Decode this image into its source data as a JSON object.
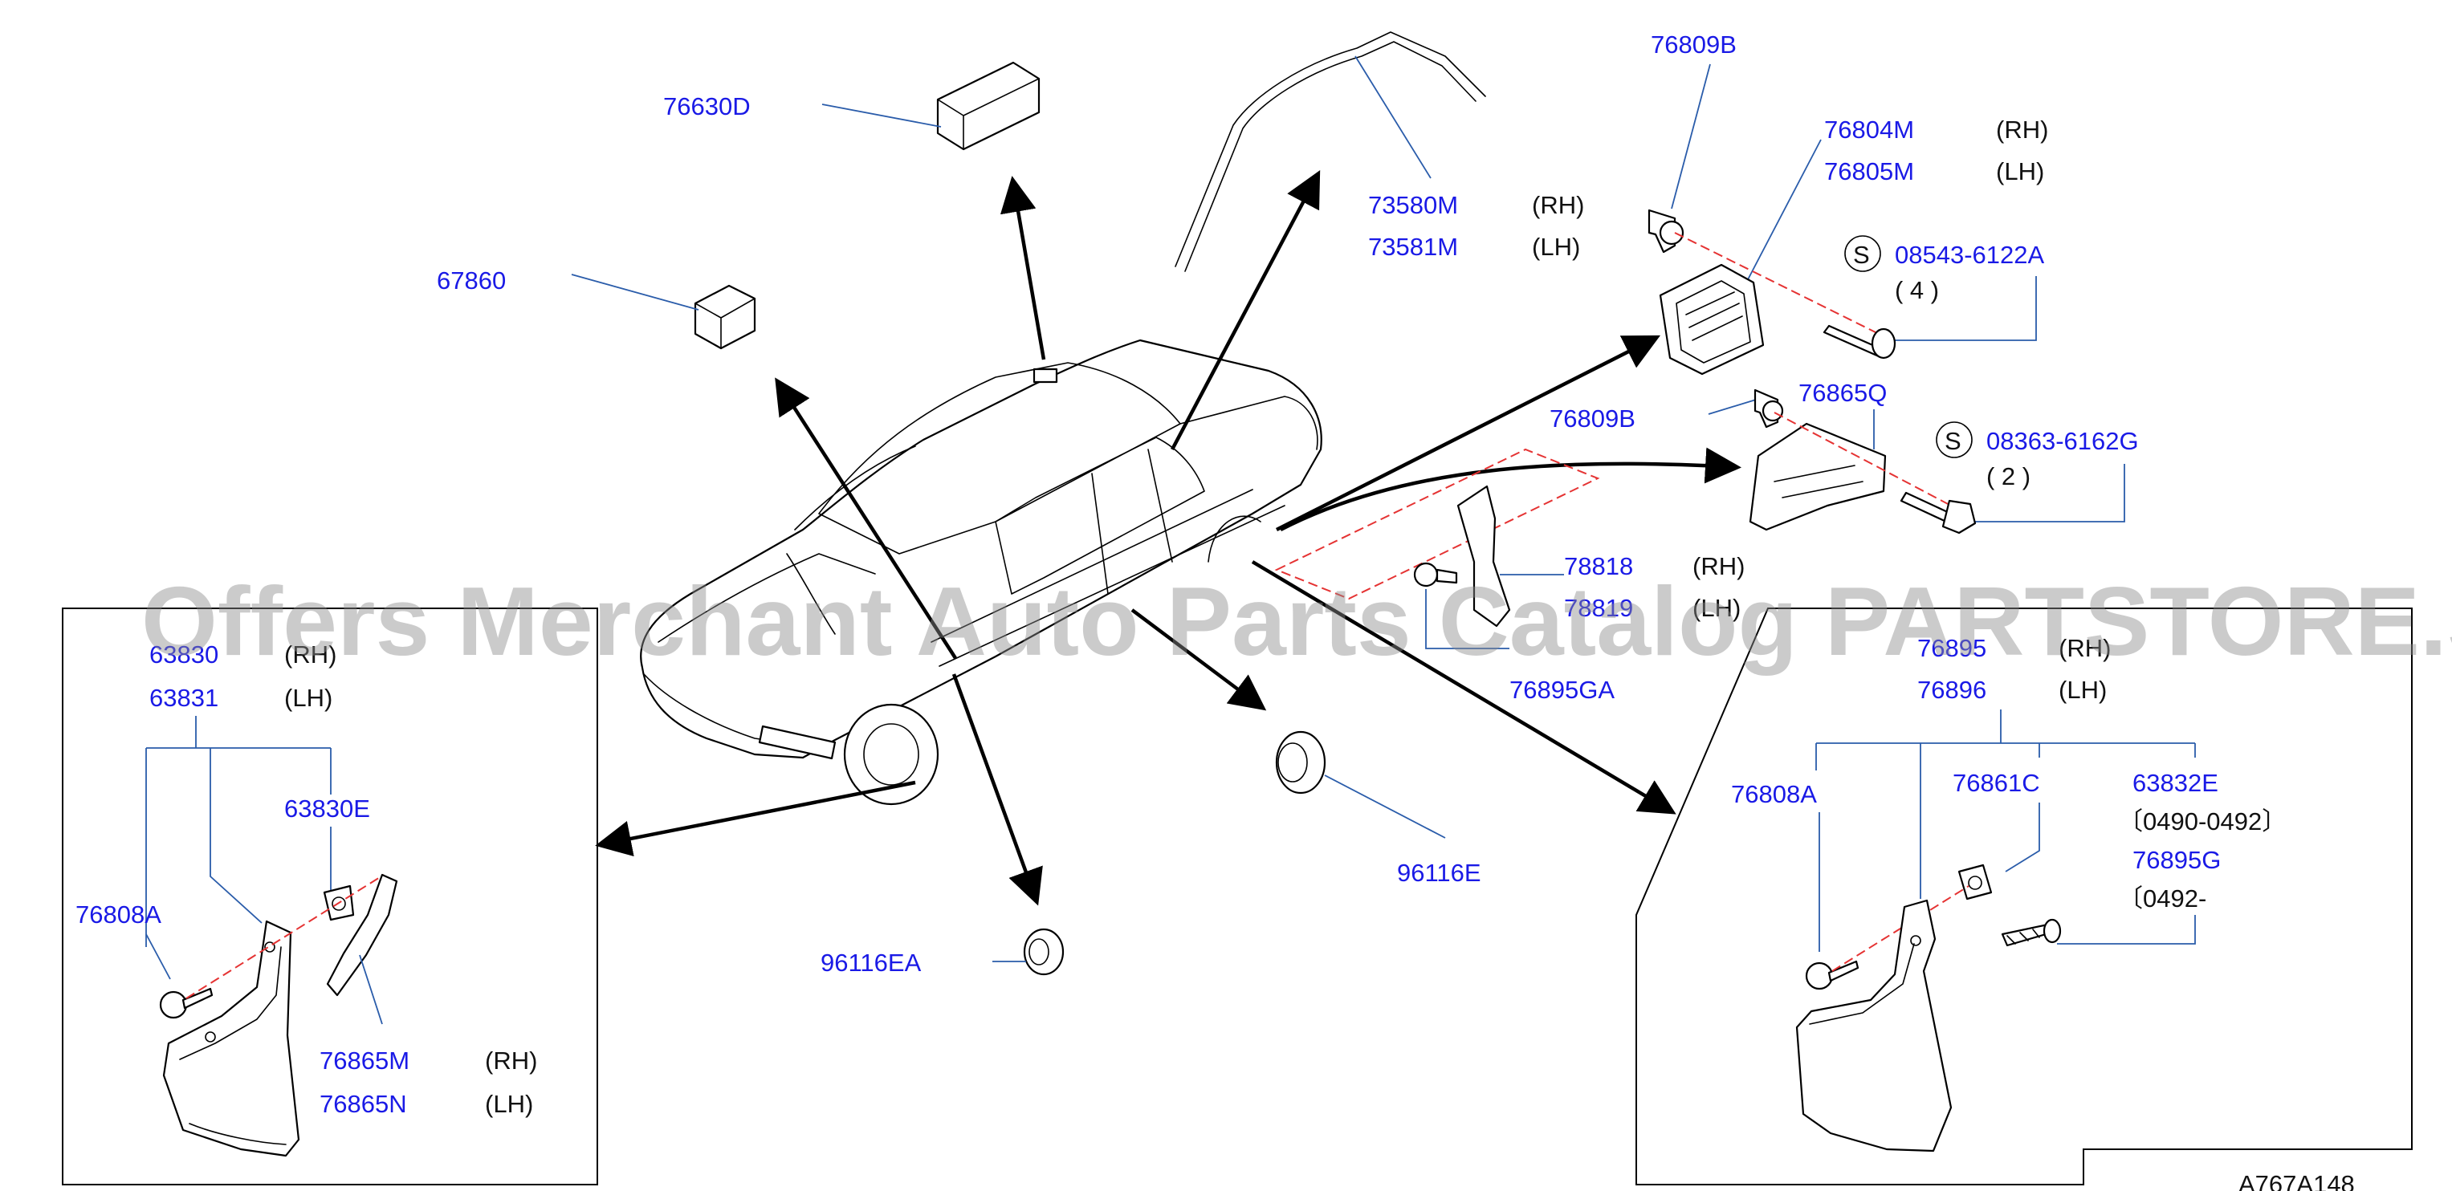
{
  "diagram_code": "A767A148",
  "watermark": "Offers Merchant Auto Parts Catalog PARTSTORE.SA",
  "side_labels": {
    "rh": "(RH)",
    "lh": "(LH)"
  },
  "parts": {
    "p76630D": "76630D",
    "p67860": "67860",
    "p73580M": "73580M",
    "p73581M": "73581M",
    "p76809B_top": "76809B",
    "p76804M": "76804M",
    "p76805M": "76805M",
    "p08543": "08543-6122A",
    "q08543": "( 4 )",
    "p76809B_mid": "76809B",
    "p76865Q": "76865Q",
    "p08363": "08363-6162G",
    "q08363": "( 2 )",
    "p78818": "78818",
    "p78819": "78819",
    "p76895GA": "76895GA",
    "p96116E": "96116E",
    "p96116EA": "96116EA",
    "p63830": "63830",
    "p63831": "63831",
    "p63830E": "63830E",
    "p76808A_left": "76808A",
    "p76865M": "76865M",
    "p76865N": "76865N",
    "p76895": "76895",
    "p76896": "76896",
    "p76808A_right": "76808A",
    "p76861C": "76861C",
    "p63832E": "63832E",
    "range_63832E": "〔0490-0492〕",
    "p76895G": "76895G",
    "range_76895G": "〔0492-",
    "range_76895G_close": "〕"
  },
  "symbols": {
    "s": "S"
  }
}
